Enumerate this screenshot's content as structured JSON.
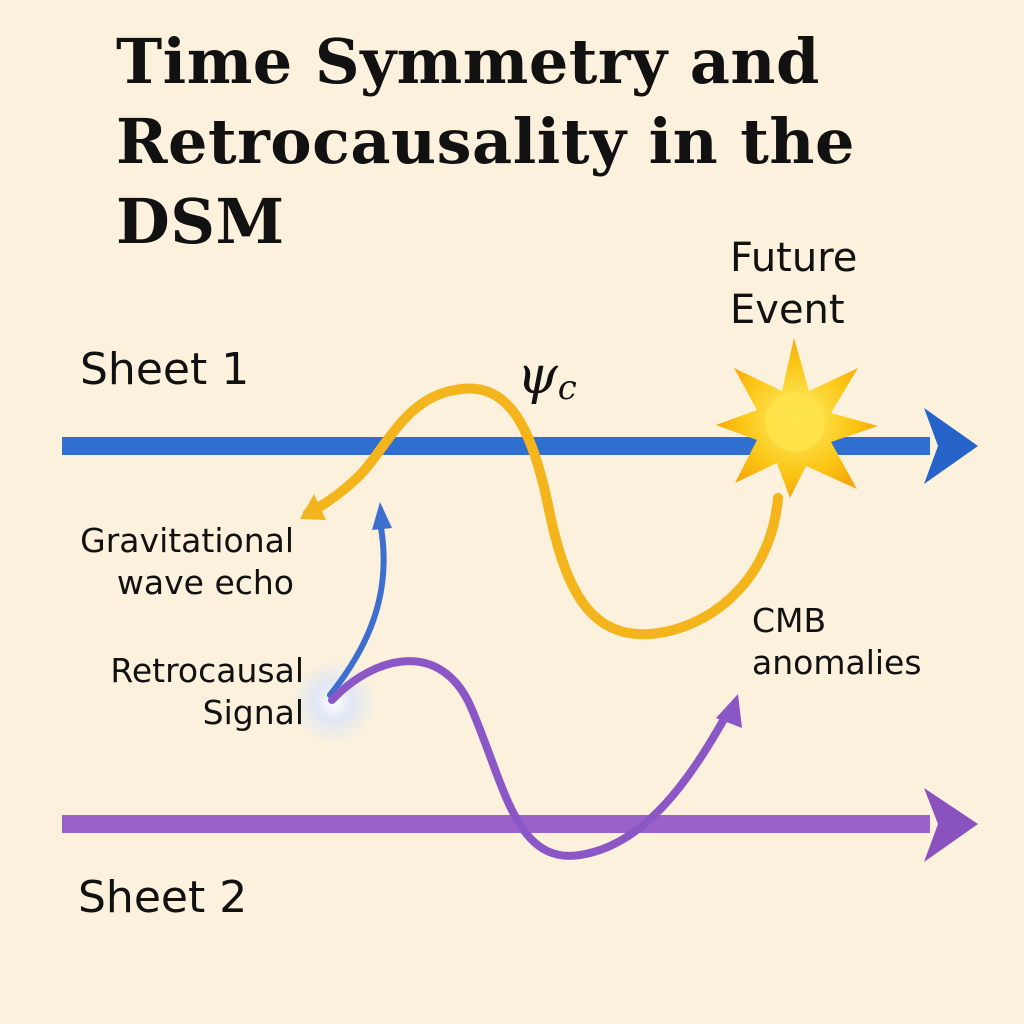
{
  "title_line1": "Time Symmetry and",
  "title_line2": "Retrocausality in the DSM",
  "labels": {
    "sheet1": "Sheet 1",
    "sheet2": "Sheet 2",
    "future_line1": "Future",
    "future_line2": "Event",
    "psi_symbol": "ψ",
    "psi_subscript": "c",
    "grav_line1": "Gravitational",
    "grav_line2": "wave echo",
    "retro_line1": "Retrocausal",
    "retro_line2": "Signal",
    "cmb_line1": "CMB",
    "cmb_line2": "anomalies"
  },
  "colors": {
    "background": "#fbf1dc",
    "sheet1": "#2f6fd0",
    "sheet2": "#9a62c8",
    "wave": "#f4b51c",
    "star": "#f9bf14",
    "retro_signal": "#3c6fd0",
    "retro_purple": "#8b56c6"
  }
}
